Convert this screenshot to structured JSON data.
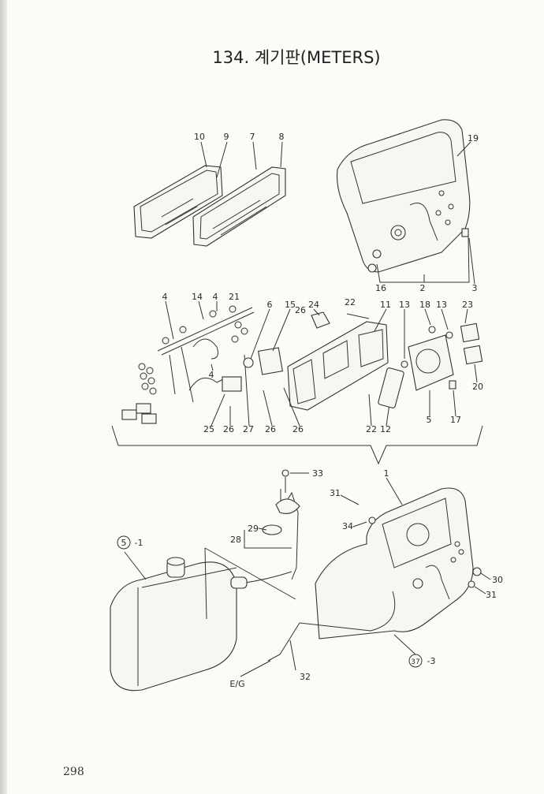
{
  "title": "134. 계기판(METERS)",
  "page_number": "298",
  "callouts": {
    "c10": "10",
    "c9": "9",
    "c7": "7",
    "c8": "8",
    "c19": "19",
    "c16": "16",
    "c2": "2",
    "c3": "3",
    "c4a": "4",
    "c14": "14",
    "c4b": "4",
    "c21": "21",
    "c4c": "4",
    "c6": "6",
    "c15": "15",
    "c26a": "26",
    "c24": "24",
    "c22a": "22",
    "c11": "11",
    "c13a": "13",
    "c18": "18",
    "c13b": "13",
    "c23": "23",
    "c20": "20",
    "c25": "25",
    "c26b": "26",
    "c27": "27",
    "c26c": "26",
    "c26d": "26",
    "c22b": "22",
    "c12": "12",
    "c5": "5",
    "c17": "17",
    "c33": "33",
    "c1": "1",
    "c31a": "31",
    "c34": "34",
    "c29": "29",
    "c28": "28",
    "c5_1": "-1",
    "c5_1_ref": "5",
    "c30": "30",
    "c31b": "31",
    "c32": "32",
    "c37_3": "-3",
    "c37_3_ref": "37",
    "eg": "E/G"
  }
}
